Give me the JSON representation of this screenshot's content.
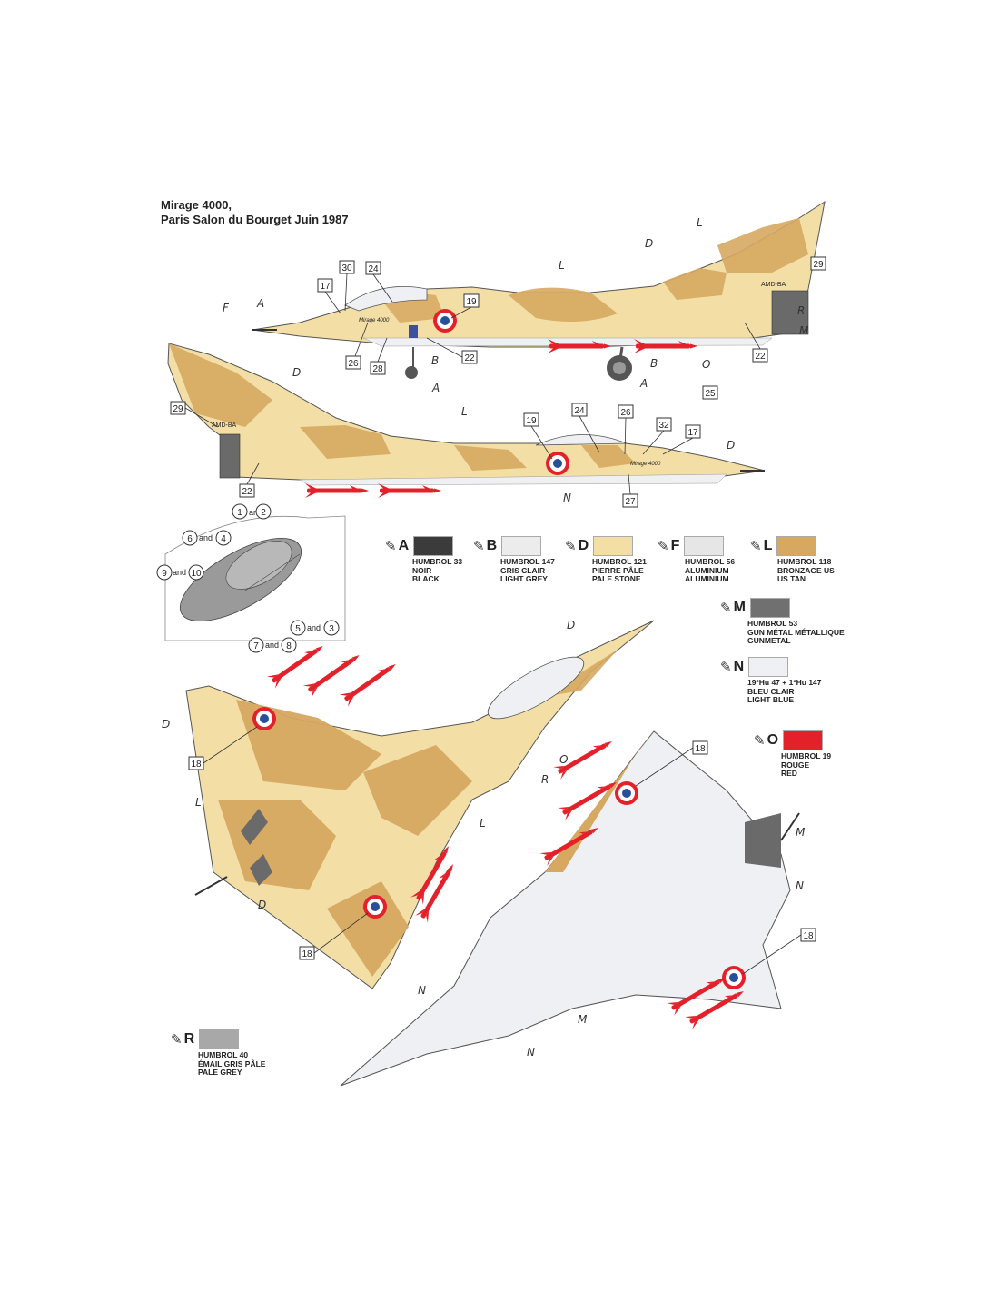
{
  "title": {
    "line1": "Mirage 4000,",
    "line2": "Paris Salon du Bourget Juin 1987"
  },
  "aircraft_code": "AMD-BA",
  "nose_text": "Mirage 4000",
  "callouts": {
    "n17": "17",
    "n18": "18",
    "n19": "19",
    "n22": "22",
    "n24": "24",
    "n25": "25",
    "n26": "26",
    "n27": "27",
    "n28": "28",
    "n29": "29",
    "n30": "30",
    "n32": "32",
    "n1": "1",
    "n2": "2",
    "n3": "3",
    "n4": "4",
    "n5": "5",
    "n6": "6",
    "n7": "7",
    "n8": "8",
    "n9": "9",
    "n10": "10",
    "and": "and"
  },
  "letters": {
    "A": "A",
    "B": "B",
    "D": "D",
    "F": "F",
    "L": "L",
    "M": "M",
    "N": "N",
    "O": "O",
    "R": "R"
  },
  "colors": {
    "black": "#3b3b3b",
    "light_grey": "#ececec",
    "pale_stone": "#f3dfa6",
    "aluminium": "#e6e6e6",
    "us_tan": "#d6a860",
    "gunmetal": "#707070",
    "light_blue": "#eef0f3",
    "red": "#e4202a",
    "pale_grey": "#a8a8a8"
  },
  "swatches": [
    {
      "letter": "A",
      "color": "#3b3b3b",
      "line1": "HUMBROL 33",
      "line2": "NOIR",
      "line3": "BLACK"
    },
    {
      "letter": "B",
      "color": "#ececec",
      "line1": "HUMBROL 147",
      "line2": "GRIS CLAIR",
      "line3": "LIGHT GREY"
    },
    {
      "letter": "D",
      "color": "#f3dfa6",
      "line1": "HUMBROL 121",
      "line2": "PIERRE PÂLE",
      "line3": "PALE STONE"
    },
    {
      "letter": "F",
      "color": "#e6e6e6",
      "line1": "HUMBROL 56",
      "line2": "ALUMINIUM",
      "line3": "ALUMINIUM"
    },
    {
      "letter": "L",
      "color": "#d6a860",
      "line1": "HUMBROL 118",
      "line2": "BRONZAGE US",
      "line3": "US TAN"
    },
    {
      "letter": "M",
      "color": "#707070",
      "line1": "HUMBROL 53",
      "line2": "GUN MÉTAL MÉTALLIQUE",
      "line3": "GUNMETAL"
    },
    {
      "letter": "N",
      "color": "#eef0f3",
      "line1": "19*Hu 47 + 1*Hu 147",
      "line2": "BLEU CLAIR",
      "line3": "LIGHT BLUE"
    },
    {
      "letter": "O",
      "color": "#e4202a",
      "line1": "HUMBROL 19",
      "line2": "ROUGE",
      "line3": "RED"
    },
    {
      "letter": "R",
      "color": "#a8a8a8",
      "line1": "HUMBROL 40",
      "line2": "ÉMAIL GRIS PÂLE",
      "line3": "PALE GREY"
    }
  ]
}
